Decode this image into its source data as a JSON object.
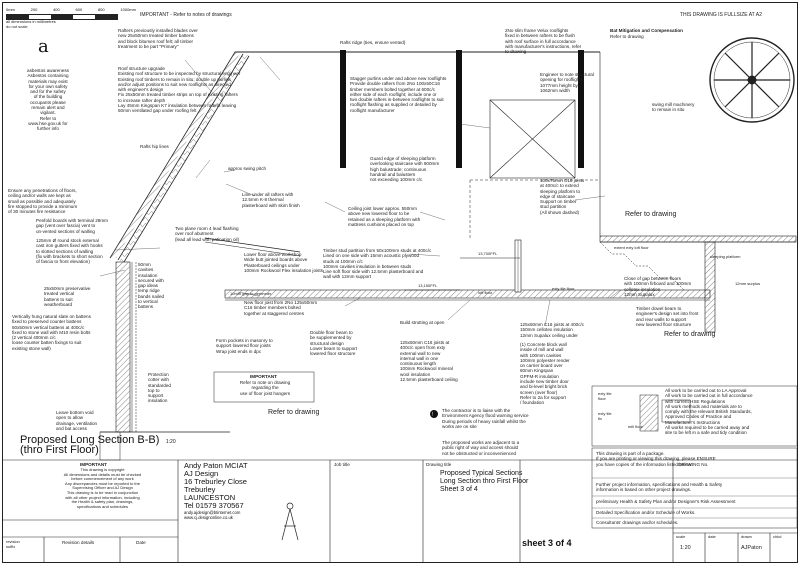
{
  "header": {
    "scale_bar_labels": [
      "0mm",
      "200",
      "400",
      "600",
      "800",
      "1000mm"
    ],
    "scale_note": "all dimensions in millimetres\ndo not scale",
    "important_note": "IMPORTANT - Refer to notes of drawings",
    "print_note": "THIS DRAWING IS FULLSIZE AT A2"
  },
  "logo": {
    "glyph": "a"
  },
  "notes": {
    "asbestos": "asbestos awareness\nAsbestos containing\nmaterials may exist\nfor your own safety\nand for the safety\nof the building\noccupants please\nremain alert and\nvigilant.\nRefer to\nwww.hse.gov.uk for\nfurther info",
    "fire_gaps": "Ensure any penetrations of floors,\nceiling and/or walls are kept as\nsmall as possible and adequately\nfire stopped to provide a minimum\nof 30 minutes fire resistance",
    "rafters": "Rafters previously installed blades over\nnew 25x50mm treated timber battens\nand block bitumen roof felt; all timber\ntreatment to be part \"Primary\"",
    "roof_structure": "Roof structure upgrade\nExisting roof structure to be inspected by structural engineer\nExisting roof timbers to remain in situ; double up purlins\nand/or adjust positions to suit new rooflights as directed\nwith engineer's design\nFix 25x50mm treated timber strips on top of existing rafters\nto increase rafter depth\nLay 45mm Kingspan K7 insulation between rafters leaving\n50mm ventilated gap under roofing felt",
    "ridge_line": "Rafts ridge (ties, ensure vented)",
    "rooflight_frame": "2No slim frame Velux rooflights\nfixed in between rafters to be flush\nwith roof surface in full accordance\nwith manufacturer's instructions, refer\nto drawing",
    "bat_mitigation_title": "Bat Mitigation and Compensation",
    "bat_mitigation_body": "Refer to drawing",
    "stagger_purlins": "Stagger purlins under and above new rooflights\nProvide double rafters from 2No 100x50C16\ntimber members bolted together at 600c/c\neither side of each rooflight; include one or\ntwo double rafters in-between rooflights to suit\nrooflight flashing as supplied or detailed by\nrooflight manufacturer",
    "engineer_note": "Engineer to note structural\nopening for rooflights\n1077mm height by\n1062mm width",
    "swing_mill": "swing mill machinery\nto remain in situ",
    "rafts_hip": "Rafts hip lines",
    "approx_pitch": "approx swing pitch",
    "line_rafters": "Line under all rafters with\n12.5mm K-8 thermal\nplasterboard with skim finish",
    "guard_edge": "Guard edge of sleeping platform\noverlooking staircase with 900mm\nhigh balustrade; continuous\nhandrail and balusters\nnot exceeding 100mm c/c",
    "ceiling_joist": "Ceiling joist lower approx. 550mm\nabove new lowered floor to be\nretained as a sleeping platform with\nmattress cushions placed on top",
    "c16_joists": "100x75mm C16 joists\nat 400c/c to extend\nsleeping platform to\nedge of staircase\nSupport on timber\nstud partition\n(All shown dashed)",
    "refer_drawing_1": "Refer to drawing",
    "penfold_boards": "Penfold boards with terminal 28mm\ngap (vent over fascia) vent to\nun-vented sections of walling",
    "round_stock": "125mm Ø round stock external\ncast iron gutters fixed with hooks\nto slotted sections of walling\n(fix with brackets to short section\nof fascia to front elevation)",
    "cavities_insulation": "50mm\ncavities\ninsulation\nsecured with\ngap ideas\ntemp ridge\nbands nailed\nto vertical\nbattens",
    "two_plane": "Two plane room 4 lead flashing\nover roof abutment\n(lead all lead with patination oil)",
    "lower_floor": "Lower floor above workshop\nWide butt jointed boards above\nPlasterboard ceilings under\n100mm Rockwool Flex insulation joists",
    "timber_stud": "Timber stud partition from 50x100mm studs at 400c/c\nLined on one side with 15mm acoustic plywood\nstuds at 100mm c/c\n100mm cavities insulation in between studs\nLine soft floor side with 12.5mm plasterboard and\nwall with 12mm support",
    "dim_13700": "13,700FFL",
    "dim_13150": "13,150FFL",
    "loft_floor": "loft floor",
    "exterior_loft": "extent exty loft floor",
    "sleeping_platform": "sleeping platform",
    "exty_floor": "exty tile floor",
    "min_fire": "12mm surplus",
    "vertical_battens": "25x50mm preservative\ntreated vertical\nbattens to suit\nweatherboard",
    "battens_floor": "10mm gap to perimeter",
    "vertically_hung": "Vertically hung natural slate on battens\nfixed to preserved counter battens\n50x50mm vertical battens at 400c/c\nfixed to stone wall with M10 resin bolts\n(2 vertical 400mm c/c\nloose counter batten fixings to suit\nexisting stone wall)",
    "floor_joist": "New floor joist from 2No 125x50mm\nC16 timber members bolted\ntogether at staggered centres",
    "form_pockets": "Form pockets in masonry to\nsupport lowered floor joists\nWrap joist ends in dpc",
    "double_floor": "Double floor beam to\nbe supplemented by\nstructural design\nLower beam to support\nlowered floor structure",
    "build_strutting": "Build strutting at open",
    "joists_400": "125x50mm C16 joists at\n400c/c open from exty\nexternal wall to new\ninternal wall in one\ncontinuous length\n100mm Rockwool mineral\nwool insulation\n12.5mm plasterboard ceiling",
    "joists_100": "125x50mm C16 joists at 400c/c\n150mm cellotex insulation\n12mm Supalux ceiling under",
    "concrete_block": "(1) Concrete block wall\ninside of mill and wall\nwith 100mm cavities\n100mm polyester render\non carrier board over\n60mm Kingspan\nGPFM-R insulation\ninclude new timber door\nand bi-level bright brick\nscreen (over floor)\nRefer to 2a for support\n/ foundation",
    "close_gap": "Close of gap between floors\nwith 100mm firboard and 100mm\ncellotex insulation\n12mm Supalux",
    "timber_dowel": "Timber dowel beam to\nengineer's design set into front\nand rear walls to support\nnew lowered floor structure",
    "refer_drawing_2": "Refer to drawing",
    "refer_drawing_3": "Refer to drawing",
    "protection_cotter": "Protection\ncotter with\nstandarded\ntop to\nsupport\ninsulation",
    "leave_bottom": "Leave bottom void\nopen to allow\ndrainage, ventilation\nand bat access",
    "important_box_title": "IMPORTANT",
    "important_box_body": "Refer to note on drawing\nregarding the\nuse of floor joist hangers",
    "all_work_note": "All work to be carried out to LA Approval\nAll work to be carried out in full accordance\nwith current HSE Regulations\nAll work methods and materials are to\ncomply with the relevant British Standards,\nApproved Codes of Practice and\nManufacturer's Instructions\nAll works required to be carried away and\nsite to be left in a safe and tidy condition",
    "exty_tile_1": "exty tile\nfloor",
    "exty_tile_2": "exty tile\nfix",
    "mill_floor": "mill floor",
    "contractor_note": "The contractor is to liaise with the\nEnvironment Agency flood warning service\nDuring periods of heavy rainfall whilst the\nworks are on site",
    "adjacent_note": "The proposed works are adjacent to a\npublic right of way and access should\nnot be obstructed or inconvenienced",
    "package_note": "This drawing is part of a package.\nIf you are printing or viewing this drawing, please ENSURE\nyou have copies of the information listed below:",
    "package_1": "Further project information, specifications and Health & Safety\ninformation is based on other project drawings.",
    "package_2": "preliminary Health & Safety Plan and/or Designer's Risk Assessment",
    "package_3": "Detailed Specification and/or Schedule of Works.",
    "package_4": "Consultants' drawings and/or schedules."
  },
  "drawing_title": {
    "line1": "Proposed Long Section B-B)",
    "scale": "1:20",
    "line2": "(thro First Floor)"
  },
  "title_block": {
    "important_title": "IMPORTANT",
    "important_text": "This drawing is copyright\nAll dimensions and details must be checked\nbefore commencement of any work\nAny discrepancies must be reported to the\nSupervising Officer and AJ Design\nThis drawing is to be read in conjunction\nwith all other project information, including\nthe Health & safety plan, drawings,\nspecifications and schedules",
    "revision_label": "revision\nsuffix",
    "revision_details_label": "Revision details",
    "date_label": "Date",
    "company_name": "Andy Paton MCIAT",
    "company_line2": "AJ Design",
    "company_line3": "16 Treburley Close",
    "company_line4": "Treburley",
    "company_line5": "LAUNCESTON",
    "company_tel": "Tel 01579 370567",
    "company_email": "andy.ajdesign@btinternet.com",
    "company_web": "www.cj.designonline.co.uk",
    "job_title_label": "Job title",
    "drawing_title_label": "Drawing title",
    "drawing_title_1": "Proposed Typical Sections",
    "drawing_title_2": "Long Section thro First Floor",
    "drawing_title_3": "Sheet 3 of 4",
    "drawing_no_label": "DRAWING No.",
    "scale_label": "scale",
    "scale_value": "1:20",
    "date_col_label": "date",
    "drawn_label": "drawn",
    "drawn_value": "AJPaton",
    "checked_label": "chkd",
    "sheet_label": "sheet 3 of 4"
  }
}
